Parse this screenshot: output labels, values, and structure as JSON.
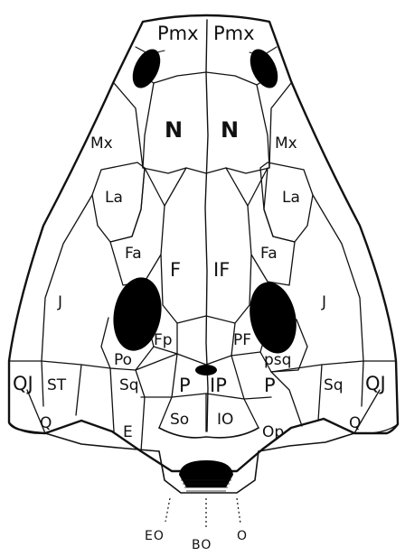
{
  "labels": {
    "pmx_left": "Pmx",
    "pmx_right": "Pmx",
    "n_left": "N",
    "n_right": "N",
    "mx_left": "Mx",
    "mx_right": "Mx",
    "la_left": "La",
    "la_right": "La",
    "fa_left": "Fa",
    "fa_right": "Fa",
    "f": "F",
    "if": "IF",
    "j_left": "J",
    "j_right": "J",
    "fp": "Fp",
    "pf": "PF",
    "po": "Po",
    "psq": "psq",
    "qj_left": "QJ",
    "qj_right": "QJ",
    "st": "ST",
    "sq_left": "Sq",
    "sq_right": "Sq",
    "p_left": "P",
    "ip": "IP",
    "p_right": "P",
    "so": "So",
    "io": "IO",
    "op": "Op",
    "e": "E",
    "q_left": "Q",
    "q_right": "Q"
  },
  "captions": {
    "eo": "EO",
    "bo": "BO",
    "o": "O"
  }
}
